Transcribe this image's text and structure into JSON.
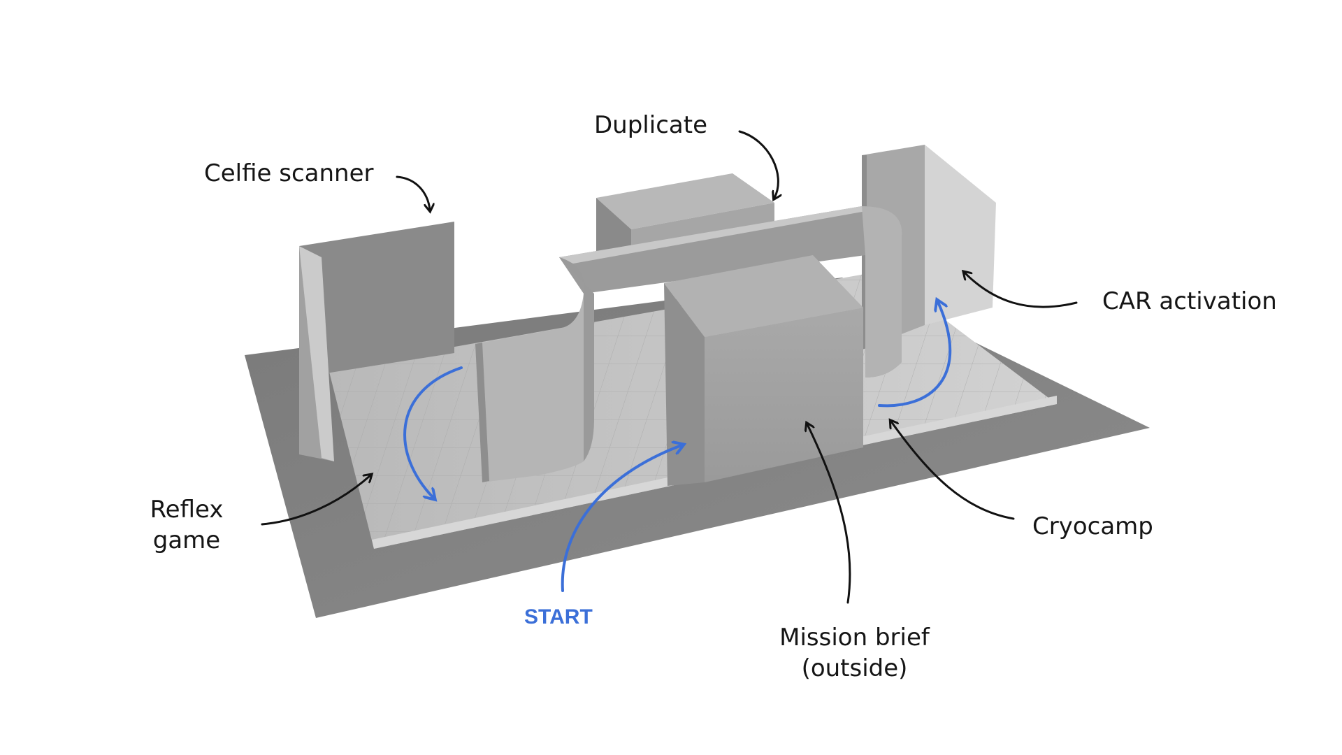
{
  "labels": {
    "duplicate": "Duplicate",
    "celfie_scanner": "Celfie scanner",
    "car_activation": "CAR activation",
    "reflex_game_line1": "Reflex",
    "reflex_game_line2": "game",
    "cryocamp": "Cryocamp",
    "start": "START",
    "mission_brief_line1": "Mission brief",
    "mission_brief_line2": "(outside)"
  },
  "colors": {
    "flow_arrow": "#3b6fd8",
    "pointer_arrow": "#111111",
    "base_plate": "#7f7f7f",
    "floor": "#c4c4c4",
    "wall_light": "#bdbdbd",
    "wall_dark": "#8c8c8c"
  }
}
